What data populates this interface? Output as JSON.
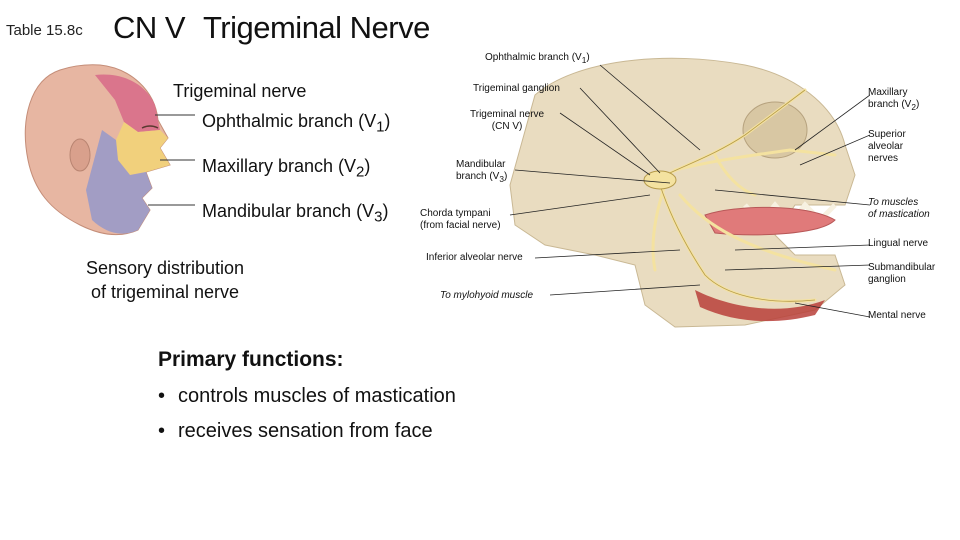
{
  "header": {
    "table_ref": "Table 15.8c",
    "cn": "CN V",
    "title": "Trigeminal Nerve"
  },
  "left_figure": {
    "title": "Trigeminal nerve",
    "branch_v1": "Ophthalmic branch (V",
    "branch_v1_sub": "1",
    "branch_v2": "Maxillary branch (V",
    "branch_v2_sub": "2",
    "branch_v3": "Mandibular branch (V",
    "branch_v3_sub": "3",
    "caption_line1": "Sensory distribution",
    "caption_line2": "of trigeminal nerve",
    "colors": {
      "skin": "#e7b6a2",
      "v1": "#d9708a",
      "v2": "#f1d27a",
      "v3": "#9e9cc6"
    }
  },
  "skull_figure": {
    "ophthalmic_branch": "Ophthalmic branch (V",
    "ophthalmic_branch_sub": "1",
    "trigeminal_ganglion": "Trigeminal ganglion",
    "trigeminal_nerve_line1": "Trigeminal nerve",
    "trigeminal_nerve_line2": "(CN V)",
    "mandibular_branch_line1": "Mandibular",
    "mandibular_branch_line2": "branch (V",
    "mandibular_branch_sub": "3",
    "chorda_line1": "Chorda tympani",
    "chorda_line2": "(from facial nerve)",
    "inferior_alveolar": "Inferior alveolar nerve",
    "mylohyoid": "To mylohyoid muscle",
    "maxillary_line1": "Maxillary",
    "maxillary_line2": "branch (V",
    "maxillary_sub": "2",
    "superior_line1": "Superior",
    "superior_line2": "alveolar",
    "superior_line3": "nerves",
    "muscles_line1": "To muscles",
    "muscles_line2": "of mastication",
    "lingual": "Lingual nerve",
    "submandibular_line1": "Submandibular",
    "submandibular_line2": "ganglion",
    "mental": "Mental nerve",
    "colors": {
      "bone": "#e9dcc0",
      "nerve": "#f4e2a0",
      "tongue": "#e07a7a",
      "muscle": "#b8403a"
    }
  },
  "functions": {
    "heading": "Primary functions:",
    "items": [
      "controls muscles of mastication",
      "receives sensation from face"
    ]
  }
}
